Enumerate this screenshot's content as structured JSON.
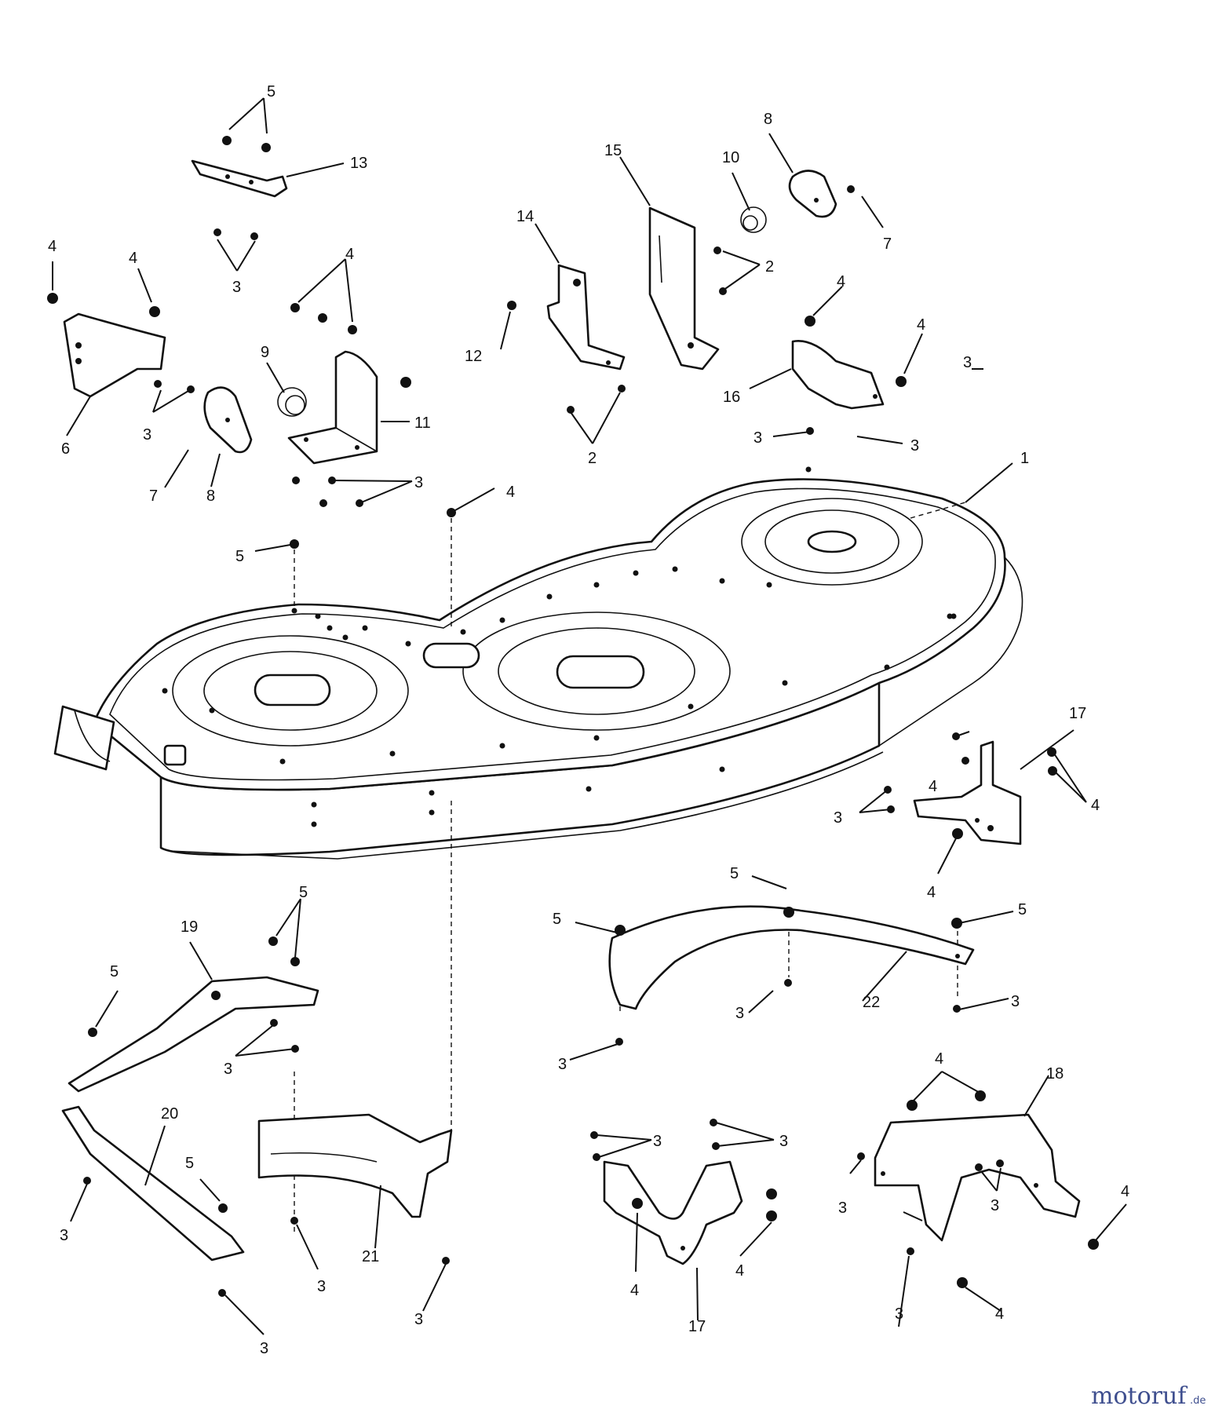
{
  "callouts": [
    {
      "id": "c1",
      "text": "1"
    },
    {
      "id": "c2a",
      "text": "2"
    },
    {
      "id": "c2b",
      "text": "2"
    },
    {
      "id": "c3a",
      "text": "3"
    },
    {
      "id": "c3b",
      "text": "3"
    },
    {
      "id": "c3c",
      "text": "3"
    },
    {
      "id": "c3d",
      "text": "3"
    },
    {
      "id": "c3e",
      "text": "3"
    },
    {
      "id": "c3f",
      "text": "3"
    },
    {
      "id": "c3g",
      "text": "3"
    },
    {
      "id": "c3h",
      "text": "3"
    },
    {
      "id": "c3i",
      "text": "3"
    },
    {
      "id": "c3j",
      "text": "3"
    },
    {
      "id": "c3k",
      "text": "3"
    },
    {
      "id": "c3l",
      "text": "3"
    },
    {
      "id": "c3m",
      "text": "3"
    },
    {
      "id": "c3n",
      "text": "3"
    },
    {
      "id": "c3o",
      "text": "3"
    },
    {
      "id": "c3p",
      "text": "3"
    },
    {
      "id": "c3q",
      "text": "3"
    },
    {
      "id": "c3r",
      "text": "3"
    },
    {
      "id": "c3s",
      "text": "3"
    },
    {
      "id": "c3t",
      "text": "3"
    },
    {
      "id": "c4a",
      "text": "4"
    },
    {
      "id": "c4b",
      "text": "4"
    },
    {
      "id": "c4c",
      "text": "4"
    },
    {
      "id": "c4d",
      "text": "4"
    },
    {
      "id": "c4e",
      "text": "4"
    },
    {
      "id": "c4f",
      "text": "4"
    },
    {
      "id": "c4g",
      "text": "4"
    },
    {
      "id": "c4h",
      "text": "4"
    },
    {
      "id": "c4i",
      "text": "4"
    },
    {
      "id": "c4j",
      "text": "4"
    },
    {
      "id": "c4k",
      "text": "4"
    },
    {
      "id": "c4l",
      "text": "4"
    },
    {
      "id": "c4m",
      "text": "4"
    },
    {
      "id": "c4n",
      "text": "4"
    },
    {
      "id": "c5a",
      "text": "5"
    },
    {
      "id": "c5b",
      "text": "5"
    },
    {
      "id": "c5c",
      "text": "5"
    },
    {
      "id": "c5d",
      "text": "5"
    },
    {
      "id": "c5e",
      "text": "5"
    },
    {
      "id": "c5f",
      "text": "5"
    },
    {
      "id": "c5g",
      "text": "5"
    },
    {
      "id": "c5h",
      "text": "5"
    },
    {
      "id": "c6",
      "text": "6"
    },
    {
      "id": "c7a",
      "text": "7"
    },
    {
      "id": "c7b",
      "text": "7"
    },
    {
      "id": "c8a",
      "text": "8"
    },
    {
      "id": "c8b",
      "text": "8"
    },
    {
      "id": "c9",
      "text": "9"
    },
    {
      "id": "c10",
      "text": "10"
    },
    {
      "id": "c11",
      "text": "11"
    },
    {
      "id": "c12",
      "text": "12"
    },
    {
      "id": "c13",
      "text": "13"
    },
    {
      "id": "c14",
      "text": "14"
    },
    {
      "id": "c15",
      "text": "15"
    },
    {
      "id": "c16",
      "text": "16"
    },
    {
      "id": "c17a",
      "text": "17"
    },
    {
      "id": "c17b",
      "text": "17"
    },
    {
      "id": "c18",
      "text": "18"
    },
    {
      "id": "c19",
      "text": "19"
    },
    {
      "id": "c20",
      "text": "20"
    },
    {
      "id": "c21",
      "text": "21"
    },
    {
      "id": "c22",
      "text": "22"
    }
  ],
  "watermark": {
    "brand": "motoruf",
    "suffix": ".de"
  }
}
